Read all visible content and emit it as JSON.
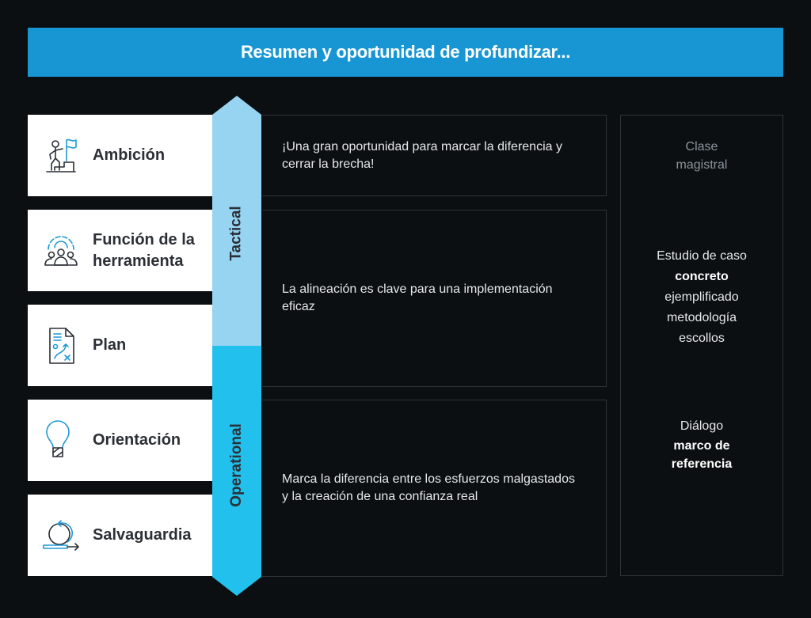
{
  "header": {
    "title": "Resumen y oportunidad de profundizar..."
  },
  "colors": {
    "header": "#1896d3",
    "tactical": "#97d4f2",
    "operational": "#22c0ec",
    "background": "#0b0f11"
  },
  "stages": [
    {
      "label": "Ambición",
      "icon": "person-climbing-flag-icon"
    },
    {
      "label": "Función de la herramienta",
      "icon": "team-gear-icon"
    },
    {
      "label": "Plan",
      "icon": "strategy-document-icon"
    },
    {
      "label": "Orientación",
      "icon": "lightbulb-icon"
    },
    {
      "label": "Salvaguardia",
      "icon": "cycle-arrow-icon"
    }
  ],
  "bands": {
    "tactical": "Tactical",
    "operational": "Operational"
  },
  "descriptions": [
    "¡Una gran oportunidad para marcar la diferencia y cerrar la brecha!",
    "La alineación es clave para una implementación eficaz",
    "Marca la diferencia entre los esfuerzos malgastados y la creación de una confianza real"
  ],
  "formats": {
    "masterclass": {
      "line1": "Clase",
      "line2": "magistral"
    },
    "case_study": {
      "line1": "Estudio de caso",
      "line2": "concreto",
      "line3": "ejemplificado",
      "line4": "metodología",
      "line5": "escollos"
    },
    "dialogue": {
      "line1": "Diálogo",
      "line2": "marco de",
      "line3": "referencia"
    }
  }
}
